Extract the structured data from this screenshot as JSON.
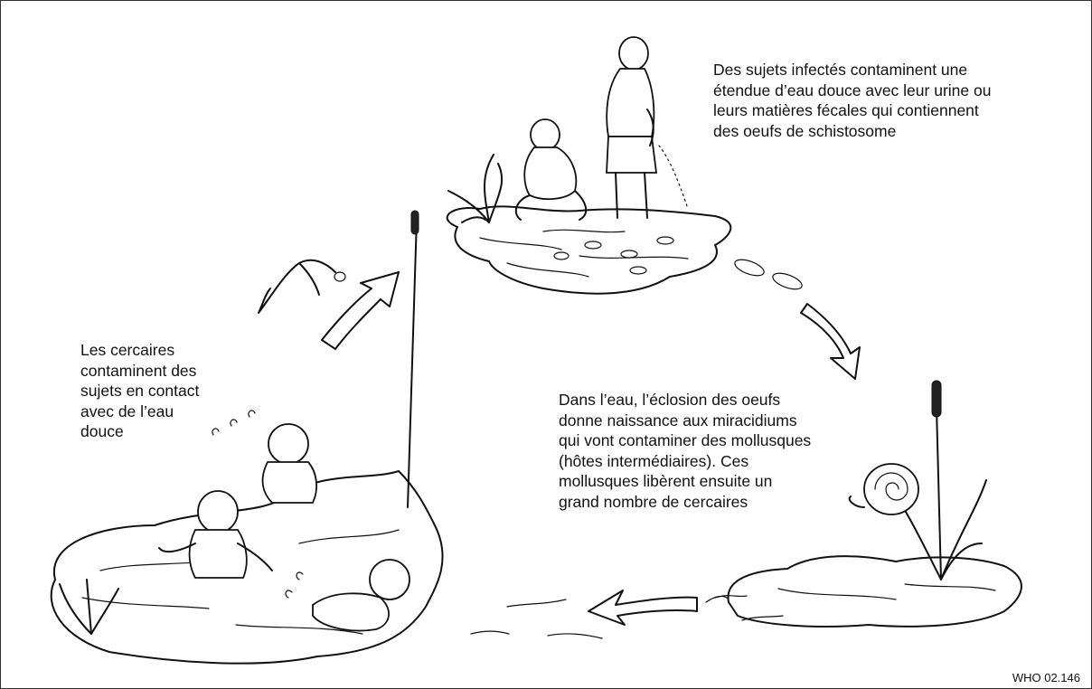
{
  "captions": {
    "contamination": "Des sujets infectés contaminent une\nétendue d’eau douce avec leur urine ou\nleurs matières fécales qui contiennent\ndes oeufs de schistosome",
    "snail_stage": "Dans l’eau, l’éclosion des oeufs\ndonne naissance aux miracidiums\nqui vont contaminer des mollusques\n(hôtes intermédiaires). Ces\nmollusques libèrent ensuite un\ngrand nombre de cercaires",
    "infection": "Les cercaires\ncontaminent des\nsujets en contact\navec de l’eau\ndouce"
  },
  "credit": "WHO 02.146"
}
